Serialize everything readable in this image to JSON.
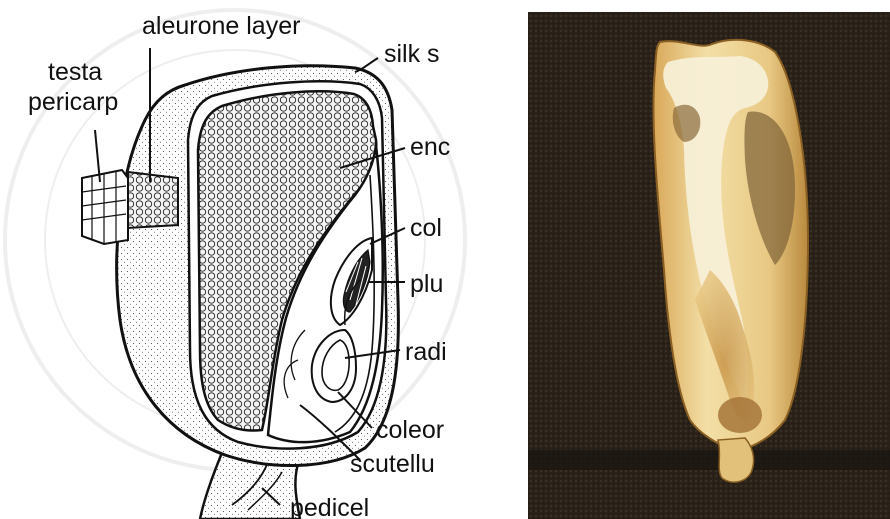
{
  "diagram": {
    "labels": {
      "aleurone": "aleurone layer",
      "testa": "testa",
      "pericarp": "pericarp",
      "silk": "silk s",
      "endosperm": "enc",
      "coleoptile": "col",
      "plumule": "plu",
      "radicle": "radi",
      "coleorhiza": "coleor",
      "scutellum": "scutellu",
      "pedicel": "pedicel"
    }
  },
  "colors": {
    "ink": "#111111",
    "photo_background": "#2a2218",
    "kernel_yellow": "#e9c277"
  }
}
